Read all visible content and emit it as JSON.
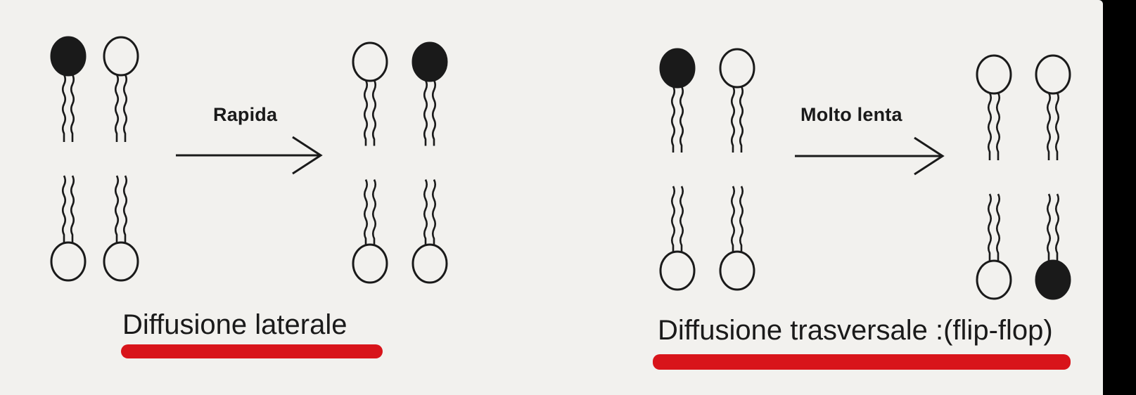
{
  "colors": {
    "background": "#000000",
    "paper": "#f2f1ee",
    "ink": "#1a1a1a",
    "underline": "#d8141a"
  },
  "panels": [
    {
      "arrow_label": "Rapida",
      "caption": "Diffusione laterale",
      "before": [
        {
          "top": "filled",
          "bottom": "open"
        },
        {
          "top": "open",
          "bottom": "open"
        }
      ],
      "after": [
        {
          "top": "open",
          "bottom": "open"
        },
        {
          "top": "filled",
          "bottom": "open"
        }
      ]
    },
    {
      "arrow_label": "Molto lenta",
      "caption": "Diffusione trasversale :(flip-flop)",
      "before": [
        {
          "top": "filled",
          "bottom": "open"
        },
        {
          "top": "open",
          "bottom": "open"
        }
      ],
      "after": [
        {
          "top": "open",
          "bottom": "open"
        },
        {
          "top": "open",
          "bottom": "filled"
        }
      ]
    }
  ]
}
